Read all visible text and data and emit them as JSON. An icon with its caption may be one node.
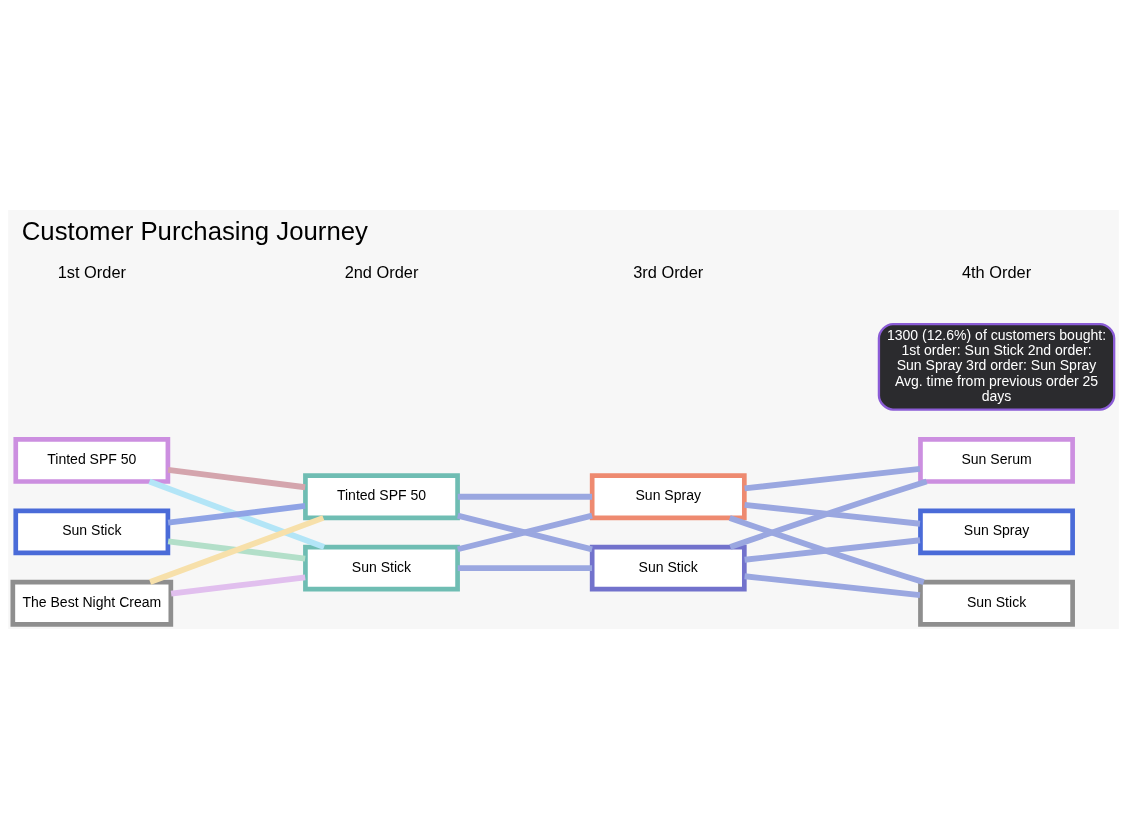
{
  "diagram": {
    "title": "Customer Purchasing Journey",
    "nodes": [
      {
        "text": [
          "Tinted SPF 50"
        ]
      },
      {
        "text": [
          "Sun Stick"
        ]
      },
      {
        "text": [
          "The Best Night Cream"
        ]
      },
      {
        "text": [
          "Tinted SPF 50"
        ]
      },
      {
        "text": [
          "Sun Stick"
        ]
      },
      {
        "text": [
          "Sun Spray"
        ]
      },
      {
        "text": [
          "Sun Stick"
        ]
      },
      {
        "text": [
          "Sun Serum"
        ]
      },
      {
        "text": [
          "Sun Spray"
        ]
      },
      {
        "text": [
          "Sun Stick"
        ]
      },
      {
        "text": [
          "1300 (12.6%) of customers bought: 1st order: Sun Stick 2nd order: Sun Spray 3rd order: Sun Spray",
          "Avg. time from previous order 25 days"
        ]
      }
    ],
    "edges": [
      {
        "from": 0,
        "to": 3,
        "arrow": "none",
        "color": "#d4a5ad"
      },
      {
        "from": 0,
        "to": 4,
        "arrow": "none",
        "color": "#b3e5f7"
      },
      {
        "from": 1,
        "to": 3,
        "arrow": "none",
        "color": "#8fa3e5"
      },
      {
        "from": 1,
        "to": 4,
        "arrow": "none",
        "color": "#b3dfc9"
      },
      {
        "from": 2,
        "to": 3,
        "arrow": "none",
        "color": "#f7e0aa"
      },
      {
        "from": 2,
        "to": 4,
        "arrow": "none",
        "color": "#e1bfee"
      },
      {
        "from": 3,
        "to": 5,
        "arrow": "none"
      },
      {
        "from": 3,
        "to": 6,
        "arrow": "none"
      },
      {
        "from": 4,
        "to": 5,
        "arrow": "none"
      },
      {
        "from": 4,
        "to": 6,
        "arrow": "none"
      },
      {
        "from": 5,
        "to": 7,
        "arrow": "none"
      },
      {
        "from": 5,
        "to": 8,
        "arrow": "none"
      },
      {
        "from": 5,
        "to": 9,
        "arrow": "none"
      },
      {
        "from": 6,
        "to": 7,
        "arrow": "none"
      },
      {
        "from": 6,
        "to": 8,
        "arrow": "none"
      },
      {
        "from": 6,
        "to": 9,
        "arrow": "none"
      }
    ],
    "labels": [
      "1st Order",
      "2nd Order",
      "3rd Order",
      "4th Order"
    ]
  }
}
